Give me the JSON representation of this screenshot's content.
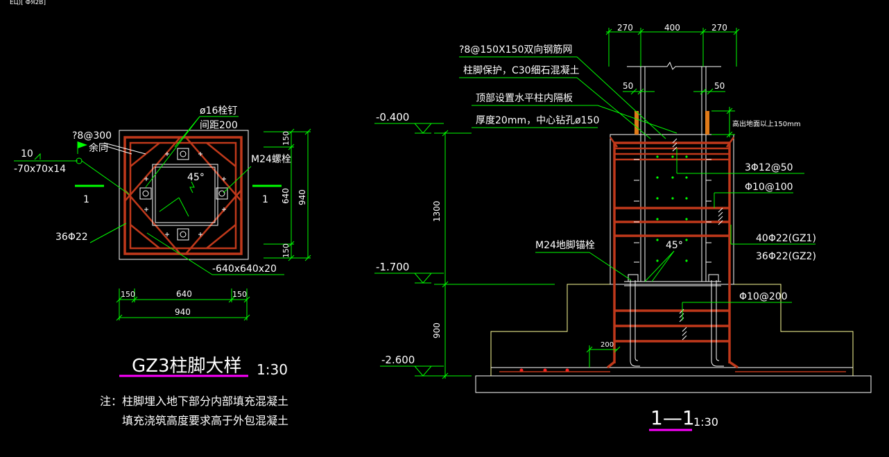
{
  "header": {
    "fragment": "ЁЦ)[    ФЯ2В]"
  },
  "plan": {
    "title": "GZ3柱脚大样",
    "scale": "1:30",
    "notes": [
      "注：柱脚埋入地下部分内部填充混凝土",
      "填充浇筑高度要求高于外包混凝土"
    ],
    "labels": {
      "stud": "ø16栓钉",
      "stud_spacing": "间距200",
      "stirrup": "?8@300",
      "stirrup_same": "余同",
      "weld_size": "10",
      "angle": "-70x70x14",
      "bolt": "M24螺栓",
      "rebar": "36Φ22",
      "plate": "-640x640x20",
      "angle_deg": "45°",
      "section_left": "1",
      "section_right": "1"
    },
    "dims_bottom": [
      "150",
      "640",
      "150"
    ],
    "dims_total": "940",
    "dims_right": [
      "150",
      "640",
      "150"
    ],
    "dims_right_total": "940"
  },
  "section": {
    "title": "1—1",
    "scale": "1:30",
    "dims_top": [
      "270",
      "400",
      "270"
    ],
    "dims_50_left": "50",
    "dims_50_right": "50",
    "labels": {
      "mesh": "?8@150X150双向钢筋网",
      "protect": "柱脚保护，C30细石混凝土",
      "diaphragm": "顶部设置水平柱内隔板",
      "diaphragm2": "厚度20mm，中心钻孔ø150",
      "above": "高出地面以上150mm",
      "top_rebar": "3Φ12@50",
      "stirrup": "Φ10@100",
      "main1": "40Φ22(GZ1)",
      "main2": "36Φ22(GZ2)",
      "anchor": "M24地脚锚栓",
      "stirrup2": "Φ10@200",
      "angle_deg": "45°",
      "dim200": "200"
    },
    "elevations": [
      "-0.400",
      "-1.700",
      "-2.600"
    ],
    "heights": [
      "1300",
      "900"
    ]
  }
}
